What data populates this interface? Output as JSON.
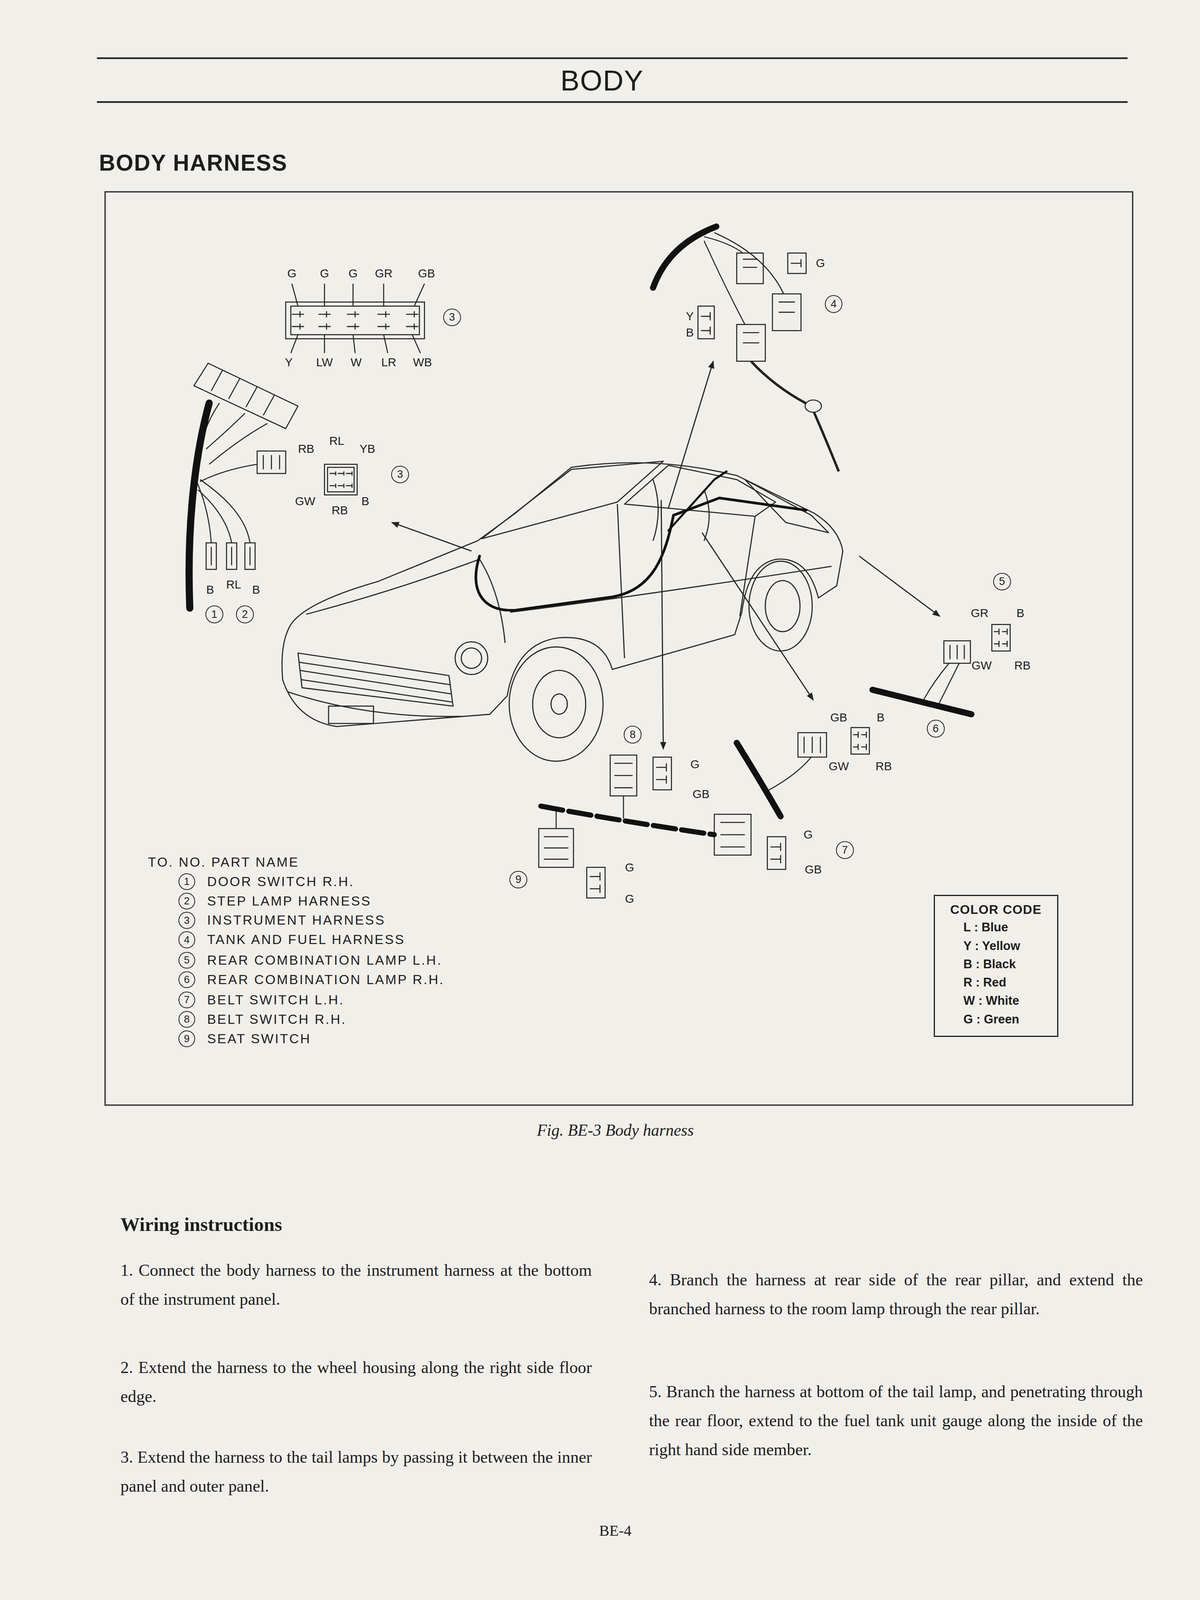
{
  "diagram": {
    "title": "BODY HARNESS",
    "caption": "Fig. BE-3 Body harness",
    "nodes": [
      {
        "text": [
          "COLOR CODE"
        ]
      }
    ],
    "labels": [
      "BODY",
      "G",
      "G",
      "G",
      "GR",
      "GB",
      "Y",
      "LW",
      "W",
      "LR",
      "WB",
      "3",
      "RB",
      "RL",
      "YB",
      "GW",
      "RB",
      "B",
      "3",
      "B",
      "RL",
      "B",
      "1",
      "2",
      "G",
      "Y",
      "B",
      "4",
      "5",
      "GR",
      "B",
      "GW",
      "RB",
      "GB",
      "B",
      "6",
      "GW",
      "RB",
      "8",
      "G",
      "GB",
      "G",
      "7",
      "GB",
      "9",
      "G",
      "G",
      "TO. NO. PART NAME",
      "1",
      "DOOR SWITCH R.H.",
      "2",
      "STEP LAMP HARNESS",
      "3",
      "INSTRUMENT HARNESS",
      "4",
      "TANK AND FUEL HARNESS",
      "5",
      "REAR COMBINATION LAMP L.H.",
      "6",
      "REAR COMBINATION LAMP R.H.",
      "7",
      "BELT SWITCH L.H.",
      "8",
      "BELT SWITCH R.H.",
      "9",
      "SEAT SWITCH",
      "Wiring instructions",
      "1. Connect the body harness to the instrument harness at the bottom of the instrument panel.",
      "2. Extend the harness to the wheel housing along the right side floor edge.",
      "3. Extend the harness to the tail lamps by passing it between the inner panel and outer panel.",
      "4. Branch the harness at rear side of the rear pillar, and extend the branched harness to the room lamp through the rear pillar.",
      "5. Branch the harness at bottom of the tail lamp, and penetrating through the rear floor, extend to the fuel tank unit gauge along the inside of the right hand side member.",
      "BE-4"
    ],
    "legend": [
      {
        "text": "L : Blue"
      },
      {
        "text": "Y : Yellow"
      },
      {
        "text": "B : Black"
      },
      {
        "text": "R : Red"
      },
      {
        "text": "W : White"
      },
      {
        "text": "G : Green"
      }
    ]
  }
}
